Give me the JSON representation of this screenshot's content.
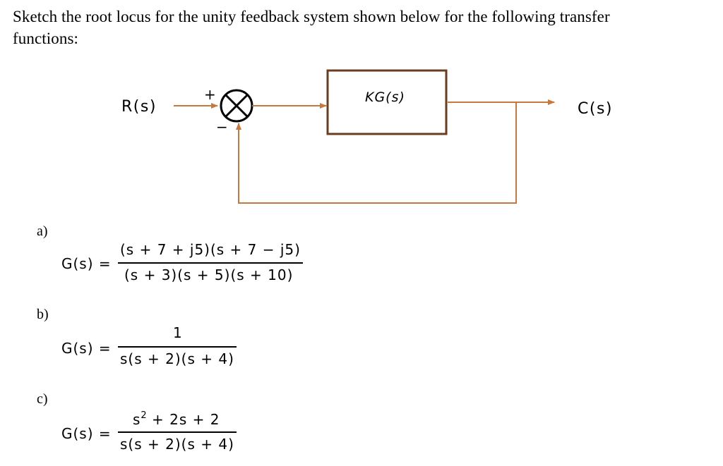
{
  "intro": {
    "line1": "Sketch the root locus for the unity feedback system shown below for the following transfer",
    "line2": "functions:"
  },
  "diagram": {
    "input_label": "R(s)",
    "output_label": "C(s)",
    "block_label": "KG(s)",
    "plus_sign": "+",
    "minus_sign": "−",
    "line_color": "#c8773f",
    "block_border_color": "#6b3d1f"
  },
  "parts": [
    {
      "label": "a)",
      "lhs": "G(s) =",
      "numerator": "(s + 7 + j5)(s + 7 − j5)",
      "denominator": "(s + 3)(s + 5)(s + 10)"
    },
    {
      "label": "b)",
      "lhs": "G(s) =",
      "numerator": "1",
      "denominator": "s(s + 2)(s + 4)"
    },
    {
      "label": "c)",
      "lhs": "G(s) =",
      "numerator_base": "s",
      "numerator_exp": "2",
      "numerator_rest": " + 2s + 2",
      "denominator": "s(s + 2)(s + 4)"
    }
  ]
}
